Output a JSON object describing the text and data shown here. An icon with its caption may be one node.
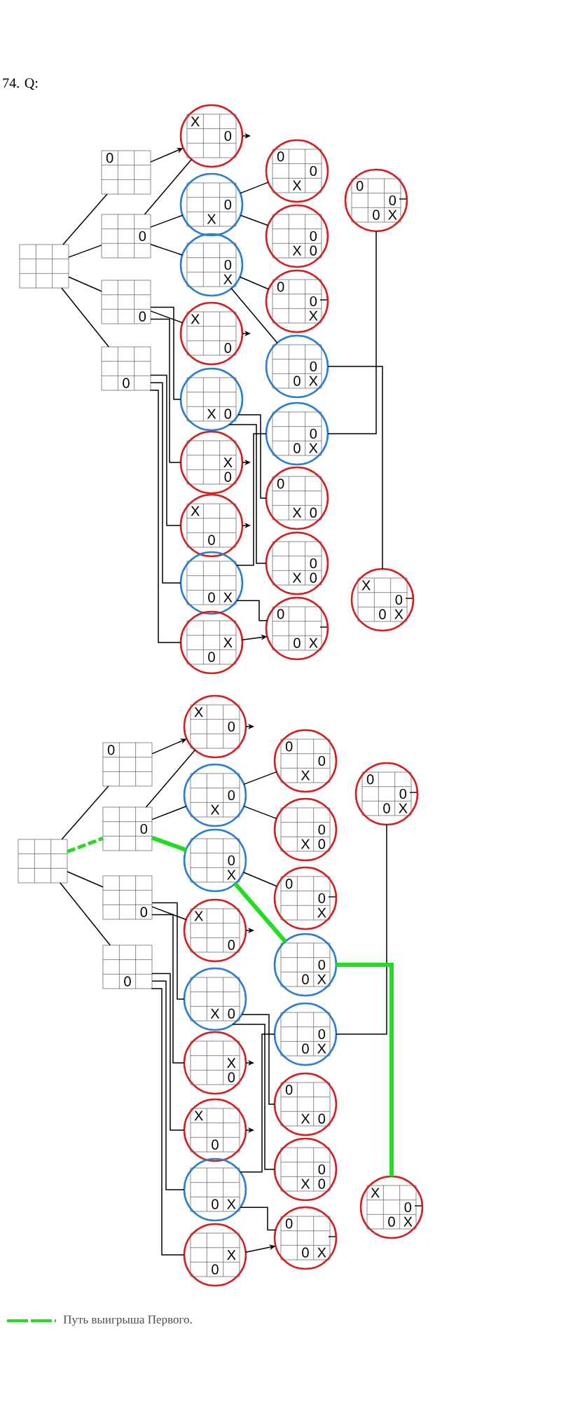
{
  "diagram": {
    "title": "74. Q:",
    "nodes": [
      {
        "text": [],
        "shape": "grid"
      },
      {
        "text": [
          "0"
        ]
      },
      {
        "text": [
          "0"
        ]
      },
      {
        "text": [
          "0"
        ]
      },
      {
        "text": [
          "0"
        ]
      },
      {
        "text": [
          "X",
          "0"
        ]
      },
      {
        "text": [
          "0",
          "X"
        ]
      },
      {
        "text": [
          "0",
          "X"
        ]
      },
      {
        "text": [
          "X",
          "0"
        ]
      },
      {
        "text": [
          "X",
          "0"
        ]
      },
      {
        "text": [
          "X",
          "0"
        ]
      },
      {
        "text": [
          "X",
          "0"
        ]
      },
      {
        "text": [
          "0",
          "X"
        ]
      },
      {
        "text": [
          "X",
          "0"
        ]
      },
      {
        "text": [
          "0",
          "0",
          "X"
        ]
      },
      {
        "text": [
          "0",
          "X",
          "0"
        ]
      },
      {
        "text": [
          "0",
          "0",
          "X"
        ]
      },
      {
        "text": [
          "0",
          "0",
          "X"
        ]
      },
      {
        "text": [
          "0",
          "0",
          "X"
        ]
      },
      {
        "text": [
          "0",
          "X",
          "0"
        ]
      },
      {
        "text": [
          "0",
          "X",
          "0"
        ]
      },
      {
        "text": [
          "0",
          "0",
          "X"
        ]
      },
      {
        "text": [
          "0",
          "0",
          "0",
          "X"
        ]
      },
      {
        "text": [
          "X",
          "0",
          "0",
          "X"
        ]
      },
      {
        "text": [],
        "shape": "grid"
      },
      {
        "text": [
          "0"
        ]
      },
      {
        "text": [
          "0"
        ]
      },
      {
        "text": [
          "0"
        ]
      },
      {
        "text": [
          "0"
        ]
      },
      {
        "text": [
          "X",
          "0"
        ]
      },
      {
        "text": [
          "0",
          "X"
        ]
      },
      {
        "text": [
          "0",
          "X"
        ]
      },
      {
        "text": [
          "X",
          "0"
        ]
      },
      {
        "text": [
          "X",
          "0"
        ]
      },
      {
        "text": [
          "X",
          "0"
        ]
      },
      {
        "text": [
          "X",
          "0"
        ]
      },
      {
        "text": [
          "0",
          "X"
        ]
      },
      {
        "text": [
          "X",
          "0"
        ]
      },
      {
        "text": [
          "0",
          "0",
          "X"
        ]
      },
      {
        "text": [
          "0",
          "X",
          "0"
        ]
      },
      {
        "text": [
          "0",
          "0",
          "X"
        ]
      },
      {
        "text": [
          "0",
          "0",
          "X"
        ]
      },
      {
        "text": [
          "0",
          "0",
          "X"
        ]
      },
      {
        "text": [
          "0",
          "X",
          "0"
        ]
      },
      {
        "text": [
          "0",
          "X",
          "0"
        ]
      },
      {
        "text": [
          "0",
          "0",
          "X"
        ]
      },
      {
        "text": [
          "0",
          "0",
          "0",
          "X"
        ]
      },
      {
        "text": [
          "X",
          "0",
          "0",
          "X"
        ]
      }
    ],
    "edges": [
      {
        "from": 0,
        "to": 1,
        "arrow": "none"
      },
      {
        "from": 0,
        "to": 2,
        "arrow": "none"
      },
      {
        "from": 0,
        "to": 3,
        "arrow": "none"
      },
      {
        "from": 0,
        "to": 4,
        "arrow": "none"
      },
      {
        "from": 1,
        "to": 5,
        "arrow": "to"
      },
      {
        "from": 2,
        "to": 5,
        "arrow": "none"
      },
      {
        "from": 2,
        "to": 6,
        "arrow": "none"
      },
      {
        "from": 2,
        "to": 7,
        "arrow": "none"
      },
      {
        "from": 3,
        "to": 8,
        "arrow": "none"
      },
      {
        "from": 3,
        "to": 9,
        "arrow": "none"
      },
      {
        "from": 3,
        "to": 10,
        "arrow": "none"
      },
      {
        "from": 4,
        "to": 11,
        "arrow": "none"
      },
      {
        "from": 4,
        "to": 12,
        "arrow": "none"
      },
      {
        "from": 4,
        "to": 13,
        "arrow": "none"
      },
      {
        "from": 6,
        "to": 14,
        "arrow": "none"
      },
      {
        "from": 6,
        "to": 15,
        "arrow": "none"
      },
      {
        "from": 7,
        "to": 16,
        "arrow": "none"
      },
      {
        "from": 7,
        "to": 17,
        "arrow": "none"
      },
      {
        "from": 9,
        "to": 19,
        "arrow": "none"
      },
      {
        "from": 9,
        "to": 20,
        "arrow": "none"
      },
      {
        "from": 12,
        "to": 18,
        "arrow": "none"
      },
      {
        "from": 12,
        "to": 21,
        "arrow": "none"
      },
      {
        "from": 18,
        "to": 22,
        "arrow": "none"
      },
      {
        "from": 17,
        "to": 23,
        "arrow": "none"
      },
      {
        "from": 5,
        "to": null,
        "arrow": "to"
      },
      {
        "from": 8,
        "to": null,
        "arrow": "to"
      },
      {
        "from": 10,
        "to": null,
        "arrow": "to"
      },
      {
        "from": 11,
        "to": null,
        "arrow": "to"
      },
      {
        "from": 13,
        "to": 21,
        "arrow": "to"
      },
      {
        "from": 24,
        "to": 25,
        "arrow": "none"
      },
      {
        "from": 24,
        "to": 26,
        "arrow": "none",
        "style": "dashed",
        "color": "#22dd22"
      },
      {
        "from": 24,
        "to": 27,
        "arrow": "none"
      },
      {
        "from": 24,
        "to": 28,
        "arrow": "none"
      },
      {
        "from": 25,
        "to": 29,
        "arrow": "to"
      },
      {
        "from": 26,
        "to": 29,
        "arrow": "none"
      },
      {
        "from": 26,
        "to": 30,
        "arrow": "none"
      },
      {
        "from": 26,
        "to": 31,
        "arrow": "none",
        "style": "thick",
        "color": "#22dd22"
      },
      {
        "from": 27,
        "to": 32,
        "arrow": "none"
      },
      {
        "from": 27,
        "to": 33,
        "arrow": "none"
      },
      {
        "from": 27,
        "to": 34,
        "arrow": "none"
      },
      {
        "from": 28,
        "to": 35,
        "arrow": "none"
      },
      {
        "from": 28,
        "to": 36,
        "arrow": "none"
      },
      {
        "from": 28,
        "to": 37,
        "arrow": "none"
      },
      {
        "from": 30,
        "to": 38,
        "arrow": "none"
      },
      {
        "from": 30,
        "to": 39,
        "arrow": "none"
      },
      {
        "from": 31,
        "to": 40,
        "arrow": "none"
      },
      {
        "from": 31,
        "to": 41,
        "arrow": "none",
        "style": "thick",
        "color": "#22dd22"
      },
      {
        "from": 33,
        "to": 43,
        "arrow": "none"
      },
      {
        "from": 33,
        "to": 44,
        "arrow": "none"
      },
      {
        "from": 36,
        "to": 42,
        "arrow": "none"
      },
      {
        "from": 36,
        "to": 45,
        "arrow": "none"
      },
      {
        "from": 42,
        "to": 46,
        "arrow": "none"
      },
      {
        "from": 41,
        "to": 47,
        "arrow": "none",
        "style": "thick",
        "color": "#22dd22"
      },
      {
        "from": 29,
        "to": null,
        "arrow": "to"
      },
      {
        "from": 32,
        "to": null,
        "arrow": "to"
      },
      {
        "from": 34,
        "to": null,
        "arrow": "to"
      },
      {
        "from": 35,
        "to": null,
        "arrow": "to"
      },
      {
        "from": 37,
        "to": 45,
        "arrow": "to"
      }
    ],
    "legend": [
      {
        "text": "Путь выигрыша Первого."
      }
    ]
  }
}
